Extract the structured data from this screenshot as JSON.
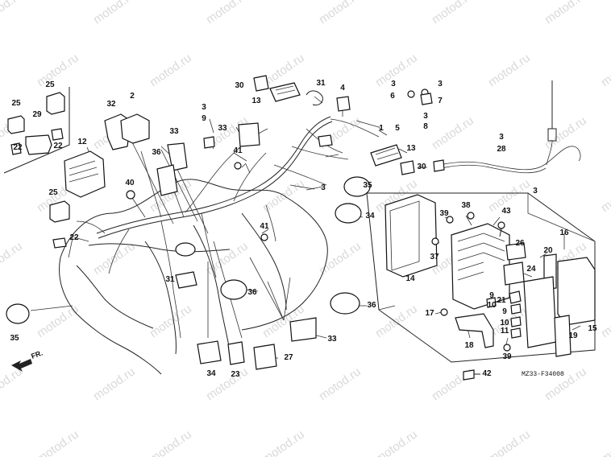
{
  "watermark": "motod.ru",
  "diagram_code": "MZ33-F34008",
  "direction_label": "FR.",
  "part_numbers": [
    "1",
    "2",
    "3",
    "4",
    "5",
    "6",
    "7",
    "8",
    "9",
    "10",
    "11",
    "12",
    "13",
    "14",
    "15",
    "16",
    "17",
    "18",
    "19",
    "20",
    "21",
    "22",
    "23",
    "24",
    "25",
    "26",
    "27",
    "28",
    "29",
    "30",
    "31",
    "32",
    "33",
    "34",
    "35",
    "36",
    "37",
    "38",
    "39",
    "40",
    "41",
    "42",
    "43"
  ]
}
